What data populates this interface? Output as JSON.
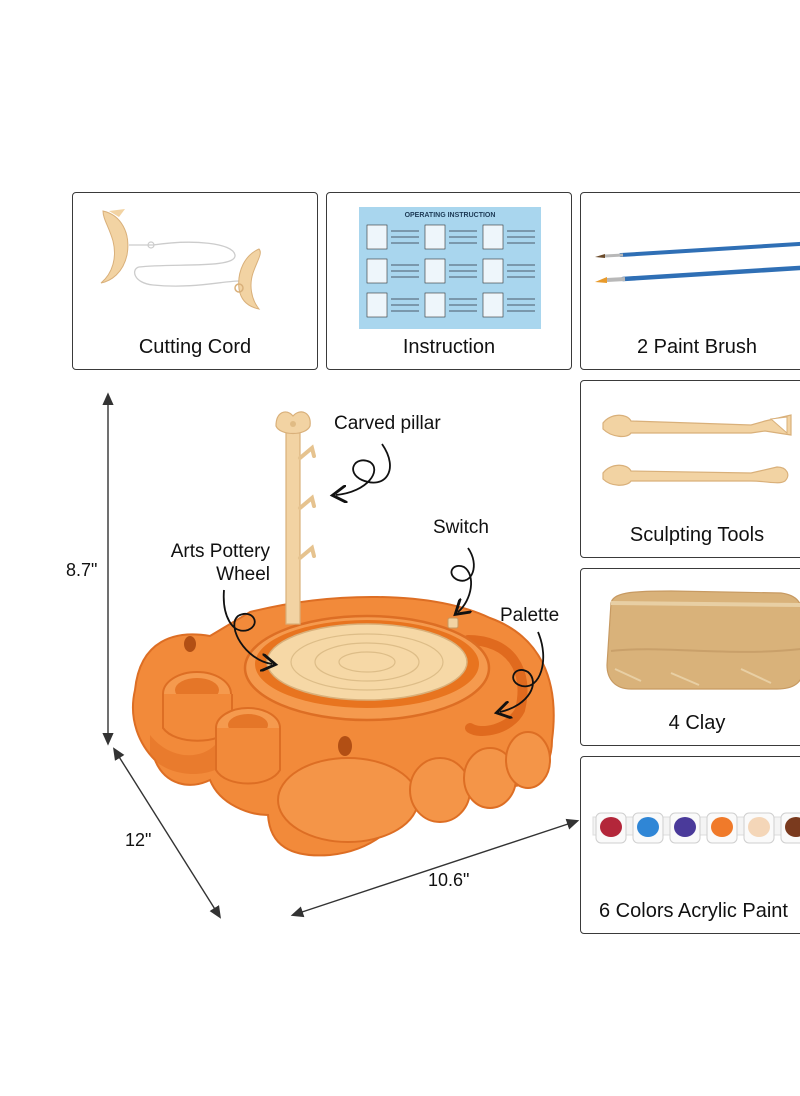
{
  "items": [
    {
      "label": "Cutting Cord"
    },
    {
      "label": "Instruction"
    },
    {
      "label": "2 Paint Brush"
    },
    {
      "label": "Sculpting Tools"
    },
    {
      "label": "4 Clay"
    },
    {
      "label": "6 Colors Acrylic Paint"
    }
  ],
  "instruction_sheet": {
    "title": "OPERATING INSTRUCTION"
  },
  "callouts": {
    "carved_pillar": "Carved pillar",
    "switch": "Switch",
    "wheel_line1": "Arts Pottery",
    "wheel_line2": "Wheel",
    "palette": "Palette"
  },
  "dimensions": {
    "height": "8.7\"",
    "depth": "12\"",
    "width": "10.6\""
  },
  "colors": {
    "product_orange": "#f28a3a",
    "product_orange_dark": "#e37125",
    "tool_beige": "#f2d3a3",
    "brush_blue": "#2f6fb5",
    "clay_tan": "#d9b27a",
    "border": "#3a3a3a",
    "paint_pots": [
      "#b3263a",
      "#2f86d6",
      "#4a3a9a",
      "#f07a2a",
      "#f4d6b8",
      "#7a3a1e"
    ]
  }
}
